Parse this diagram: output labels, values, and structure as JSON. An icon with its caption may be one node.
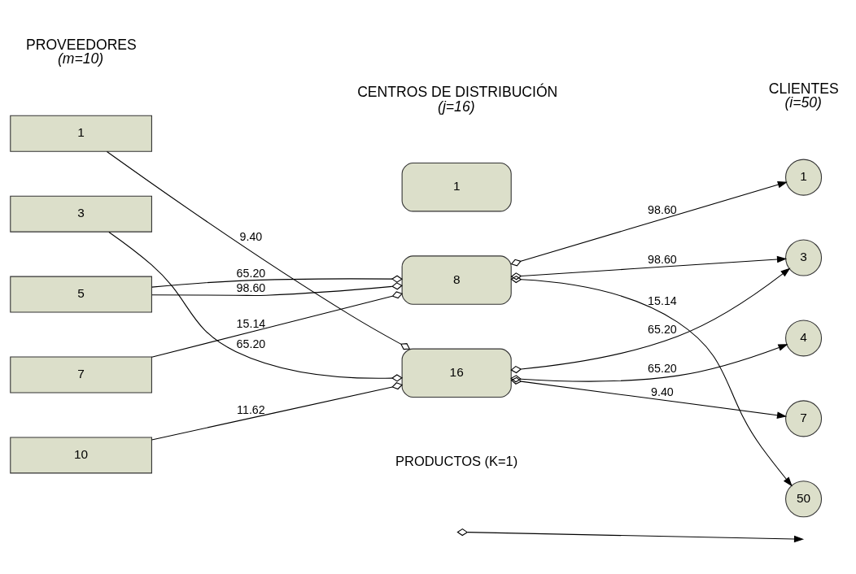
{
  "diagram": {
    "nodes": [
      {
        "text": [
          "1"
        ]
      },
      {
        "text": [
          "3"
        ]
      },
      {
        "text": [
          "5"
        ]
      },
      {
        "text": [
          "7"
        ]
      },
      {
        "text": [
          "10"
        ]
      },
      {
        "text": [
          "1"
        ]
      },
      {
        "text": [
          "8"
        ]
      },
      {
        "text": [
          "16"
        ]
      },
      {
        "text": [
          "1"
        ]
      },
      {
        "text": [
          "3"
        ]
      },
      {
        "text": [
          "4"
        ]
      },
      {
        "text": [
          "7"
        ]
      },
      {
        "text": [
          "50"
        ]
      }
    ],
    "edges": [
      {
        "from": 0,
        "to": 7,
        "arrow": "other",
        "label": "9.40"
      },
      {
        "from": 1,
        "to": 7,
        "arrow": "other",
        "label": "65.20"
      },
      {
        "from": 2,
        "to": 6,
        "arrow": "other",
        "label": "98.60"
      },
      {
        "from": 2,
        "to": 6,
        "arrow": "other",
        "label": "65.20"
      },
      {
        "from": 3,
        "to": 6,
        "arrow": "other",
        "label": "15.14"
      },
      {
        "from": 4,
        "to": 7,
        "arrow": "other",
        "label": "11.62"
      },
      {
        "from": 6,
        "to": 8,
        "arrow": "to",
        "label": "98.60"
      },
      {
        "from": 6,
        "to": 9,
        "arrow": "to",
        "label": "98.60"
      },
      {
        "from": 7,
        "to": 9,
        "arrow": "to",
        "label": "65.20"
      },
      {
        "from": 7,
        "to": 10,
        "arrow": "to",
        "label": "65.20"
      },
      {
        "from": 7,
        "to": 11,
        "arrow": "to",
        "label": "9.40"
      },
      {
        "from": 6,
        "to": 12,
        "arrow": "to",
        "label": "15.14"
      }
    ],
    "labels": [
      "PROVEEDORES",
      "(m=10)",
      "CENTROS DE DISTRIBUCIÓN",
      "(j=16)",
      "CLIENTES",
      "(i=50)"
    ],
    "legend": [
      {
        "text": "PRODUCTOS (K=1)"
      }
    ]
  }
}
